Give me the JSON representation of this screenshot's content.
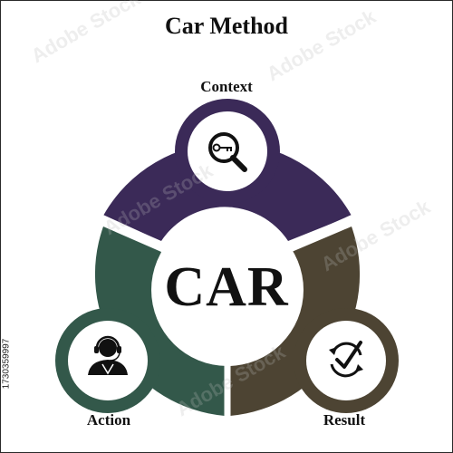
{
  "title": "Car Method",
  "center_label": "CAR",
  "segments": [
    {
      "label": "Context",
      "icon": "key-magnifier-icon",
      "color": "#3b2a58"
    },
    {
      "label": "Action",
      "icon": "support-person-icon",
      "color": "#33584a"
    },
    {
      "label": "Result",
      "icon": "check-cycle-icon",
      "color": "#4d4433"
    }
  ],
  "side_credit": "1730359997",
  "watermark_text": "Adobe Stock"
}
